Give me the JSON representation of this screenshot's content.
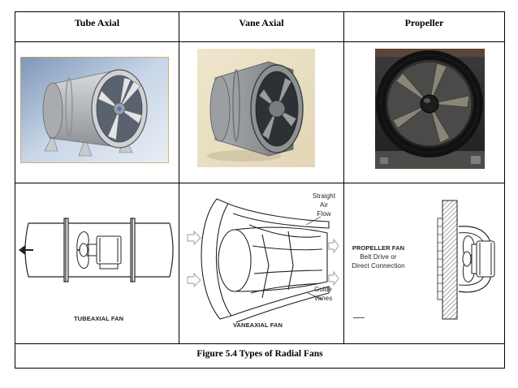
{
  "headers": [
    "Tube Axial",
    "Vane Axial",
    "Propeller"
  ],
  "diagram_labels": {
    "tubeaxial": "TUBEAXIAL FAN",
    "vaneaxial": "VANEAXIAL FAN",
    "straight": "Straight",
    "air": "Air",
    "flow": "Flow",
    "guide": "Guide",
    "vanes": "Vanes",
    "propeller_title": "PROPELLER FAN",
    "belt": "Belt Drive or",
    "direct": "Direct Connection"
  },
  "caption": "Figure 5.4 Types of Radial Fans",
  "icons": [
    "tube-axial-fan-photo",
    "vane-axial-fan-photo",
    "propeller-fan-photo",
    "tubeaxial-diagram",
    "vaneaxial-diagram",
    "propeller-diagram"
  ]
}
